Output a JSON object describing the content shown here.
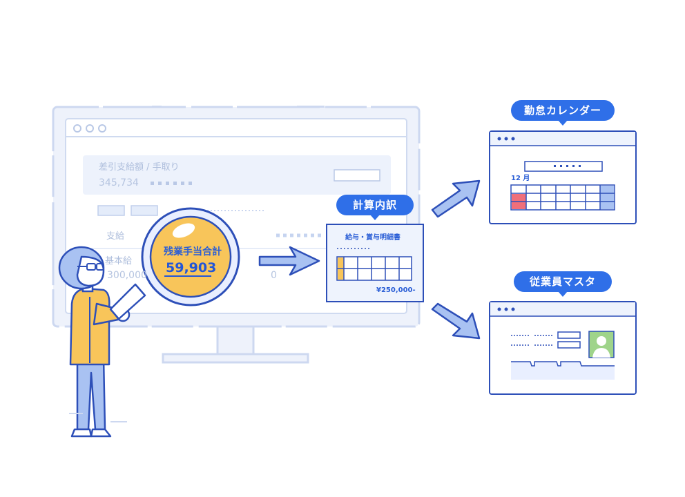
{
  "screen": {
    "net_pay_label": "差引支給額 / 手取り",
    "net_pay_value": "345,734",
    "pay_section_label": "支給",
    "base_pay_label": "基本給",
    "base_pay_value": "300,000",
    "zero_value": "0"
  },
  "magnifier": {
    "label": "残業手当合計",
    "value": "59,903"
  },
  "breakdown": {
    "bubble": "計算内訳",
    "card_title": "給与・賞与明細書",
    "amount": "¥250,000-"
  },
  "calendar": {
    "bubble": "勤怠カレンダー",
    "month": "12 月"
  },
  "employee": {
    "bubble": "従業員マスタ"
  },
  "colors": {
    "accent": "#2f6fe8",
    "outline": "#2d4fb8",
    "pale_blue": "#eaf0fb",
    "highlight_yellow": "#f8c55a",
    "holiday_red": "#ef6f7a",
    "weekend_blue": "#a9c2f2",
    "photo_green": "#9fd48a"
  },
  "icons": [
    "magnifier-icon",
    "arrow-right-icon",
    "window-dots-icon",
    "person-silhouette-icon"
  ]
}
